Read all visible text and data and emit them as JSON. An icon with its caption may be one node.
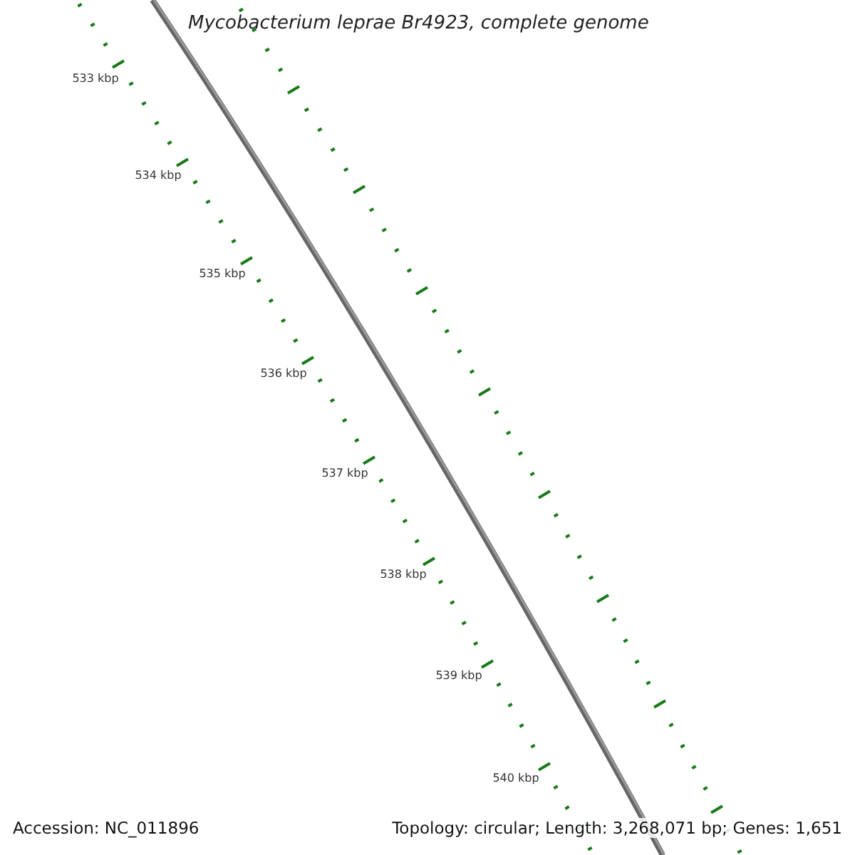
{
  "diagram": {
    "title": "Mycobacterium leprae Br4923, complete genome",
    "labels": [
      "533 kbp",
      "534 kbp",
      "535 kbp",
      "536 kbp",
      "537 kbp",
      "538 kbp",
      "539 kbp",
      "540 kbp",
      "Accession: NC_011896",
      "Topology: circular; Length: 3,268,071 bp; Genes: 1,651"
    ]
  }
}
